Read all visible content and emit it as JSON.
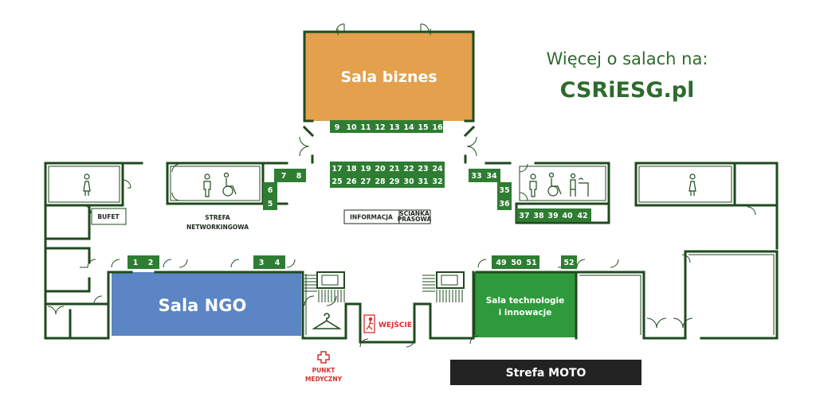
{
  "info": {
    "heading": "Więcej o salach na:",
    "link": "CSRiESG.pl"
  },
  "rooms": {
    "biznes": "Sala biznes",
    "ngo": "Sala NGO",
    "tech_line1": "Sala technologie",
    "tech_line2": "i innowacje",
    "moto": "Strefa MOTO"
  },
  "labels": {
    "bufet": "BUFET",
    "networking_line1": "STREFA",
    "networking_line2": "NETWORKINGOWA",
    "informacja": "INFORMACJA",
    "press_line1": "ŚCIANKA",
    "press_line2": "PRASOWA",
    "entrance": "WEJŚCIE",
    "medical_line1": "PUNKT",
    "medical_line2": "MEDYCZNY"
  },
  "booths": {
    "biznes_row": [
      "9",
      "10",
      "11",
      "12",
      "13",
      "14",
      "15",
      "16"
    ],
    "center_row1": [
      "17",
      "18",
      "19",
      "20",
      "21",
      "22",
      "23",
      "24"
    ],
    "center_row2": [
      "25",
      "26",
      "27",
      "28",
      "29",
      "30",
      "31",
      "32"
    ],
    "left_78": [
      "7",
      "8"
    ],
    "left_6": "6",
    "left_5": "5",
    "right_3334": [
      "33",
      "34"
    ],
    "right_35": "35",
    "right_36": "36",
    "right_row": [
      "37",
      "38",
      "39",
      "40",
      "42"
    ],
    "ngo_a": [
      "1",
      "2"
    ],
    "ngo_b": [
      "3",
      "4"
    ],
    "tech_a": [
      "49",
      "50",
      "51"
    ],
    "tech_b": "52"
  },
  "icons": [
    "female-wc-icon",
    "male-wc-icon",
    "wheelchair-icon",
    "baby-changing-icon",
    "cloakroom-icon",
    "medical-cross-icon",
    "exit-icon"
  ],
  "colors": {
    "wall": "#1f4a1f",
    "booth": "#2e7d32",
    "biznes": "#e3a04d",
    "ngo": "#5b85c4",
    "tech": "#2f9a3c",
    "moto": "#222222",
    "red": "#d62f2f",
    "accent_text": "#2e6b2e"
  }
}
